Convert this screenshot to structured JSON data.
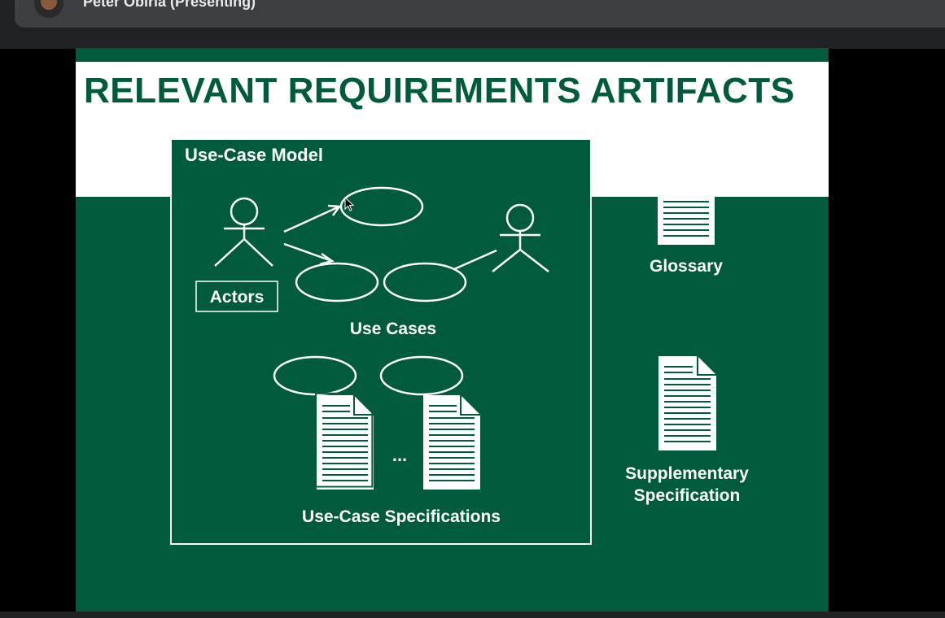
{
  "meeting": {
    "presenter_label": "Peter Obirla (Presenting)"
  },
  "slide": {
    "title": "RELEVANT REQUIREMENTS ARTIFACTS",
    "use_case_model": {
      "heading": "Use-Case Model",
      "actors_label": "Actors",
      "use_cases_label": "Use Cases",
      "ellipsis": "...",
      "specifications_label": "Use-Case Specifications"
    },
    "glossary_label": "Glossary",
    "supplementary_line1": "Supplementary",
    "supplementary_line2": "Specification"
  },
  "colors": {
    "slide_green": "#005a3c",
    "title_green": "#005a3c",
    "white": "#ffffff",
    "meeting_bar": "#202124"
  },
  "icons": [
    "actor-icon",
    "use-case-ellipse",
    "document-icon",
    "mouse-cursor-icon"
  ]
}
